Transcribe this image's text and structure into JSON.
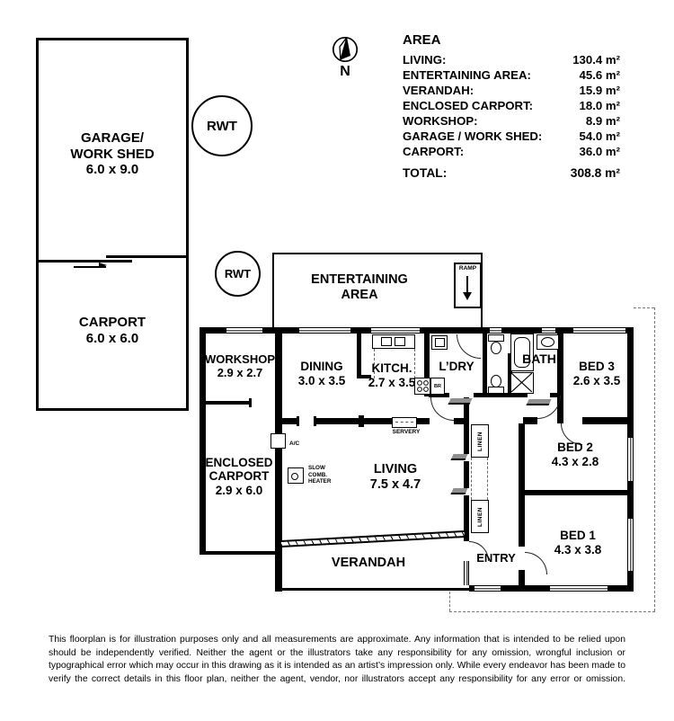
{
  "legend": {
    "title": "AREA",
    "rows": [
      {
        "label": "LIVING:",
        "value": "130.4 m²"
      },
      {
        "label": "ENTERTAINING AREA:",
        "value": "45.6 m²"
      },
      {
        "label": "VERANDAH:",
        "value": "15.9 m²"
      },
      {
        "label": "ENCLOSED CARPORT:",
        "value": "18.0 m²"
      },
      {
        "label": "WORKSHOP:",
        "value": "8.9 m²"
      },
      {
        "label": "GARAGE / WORK SHED:",
        "value": "54.0 m²"
      },
      {
        "label": "CARPORT:",
        "value": "36.0 m²"
      }
    ],
    "total_label": "TOTAL:",
    "total_value": "308.8 m²"
  },
  "compass": {
    "label": "N"
  },
  "outbuildings": {
    "garage": {
      "line1": "GARAGE/",
      "line2": "WORK SHED",
      "dims": "6.0 x 9.0"
    },
    "carport": {
      "name": "CARPORT",
      "dims": "6.0 x 6.0"
    },
    "rwt1": "RWT",
    "rwt2": "RWT"
  },
  "rooms": {
    "entertaining": {
      "line1": "ENTERTAINING",
      "line2": "AREA"
    },
    "workshop": {
      "name": "WORKSHOP",
      "dims": "2.9 x 2.7"
    },
    "dining": {
      "name": "DINING",
      "dims": "3.0 x 3.5"
    },
    "kitchen": {
      "name": "KITCH.",
      "dims": "2.7 x 3.5"
    },
    "laundry": {
      "name": "L’DRY"
    },
    "bath": {
      "name": "BATH"
    },
    "bed3": {
      "name": "BED 3",
      "dims": "2.6 x 3.5"
    },
    "bed2": {
      "name": "BED 2",
      "dims": "4.3 x 2.8"
    },
    "bed1": {
      "name": "BED 1",
      "dims": "4.3 x 3.8"
    },
    "enclosed_carport": {
      "line1": "ENCLOSED",
      "line2": "CARPORT",
      "dims": "2.9 x 6.0"
    },
    "living": {
      "name": "LIVING",
      "dims": "7.5 x 4.7"
    },
    "verandah": {
      "name": "VERANDAH"
    },
    "entry": {
      "name": "ENTRY"
    }
  },
  "annotations": {
    "ramp": "RAMP",
    "servery": "SERVERY",
    "ac": "A/C",
    "heater_line1": "SLOW",
    "heater_line2": "COMB.",
    "heater_line3": "HEATER",
    "linen": "LINEN",
    "br": "BR"
  },
  "disclaimer": "This floorplan is for illustration purposes only and all measurements are approximate. Any information that is intended to be relied upon should be independently verified. Neither the agent or the illustrators take any responsibility for any omission, wrongful inclusion or typographical error which may occur in this drawing as it is intended as an artist’s impression only. While every endeavor has been made to verify the correct details in this floor plan, neither the agent, vendor, nor illustrators accept any responsibility for any error or omission."
}
